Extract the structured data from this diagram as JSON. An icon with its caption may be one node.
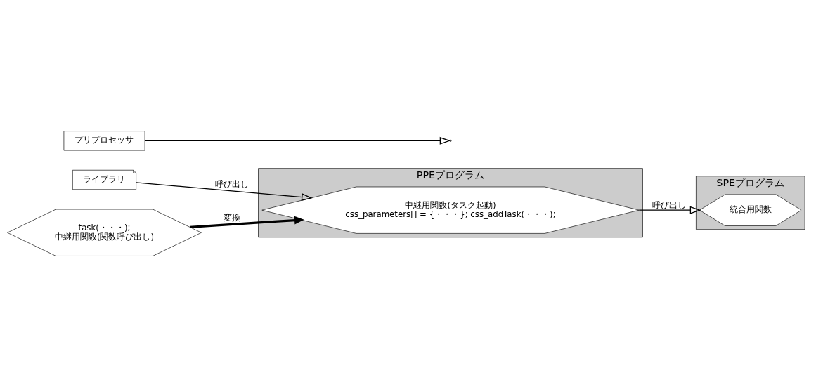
{
  "diagram": {
    "nodes": [
      {
        "text": [
          "ライブラリ"
        ]
      },
      {
        "text": [
          "PPEプログラム"
        ]
      },
      {
        "text": [
          "中継用関数(タスク起動)",
          "css_parameters[] = {・・・}; css_addTask(・・・);"
        ],
        "in": 1
      },
      {
        "text": [
          "SPEプログラム"
        ]
      },
      {
        "text": [
          "統合用関数"
        ],
        "in": 3
      },
      {
        "text": [
          "プリプロセッサ"
        ]
      },
      {
        "text": [
          "task(・・・);",
          "中継用関数(関数呼び出し)"
        ]
      }
    ],
    "edges": [
      {
        "from": 0,
        "to": 2,
        "label": "呼び出し",
        "arrow": "to"
      },
      {
        "from": 2,
        "to": 4,
        "label": "呼び出し",
        "arrow": "to"
      },
      {
        "from": 6,
        "to": 2,
        "label": "変換",
        "arrow": "to",
        "style": "thick"
      },
      {
        "from": 5,
        "to": null,
        "arrow": "to"
      }
    ]
  }
}
